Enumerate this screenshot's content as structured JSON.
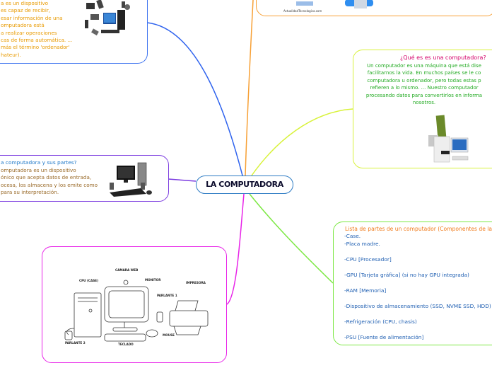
{
  "root": {
    "label": "LA COMPUTADORA"
  },
  "colors": {
    "blue": "#3e74f0",
    "orange": "#f7a035",
    "yellow_green": "#d8f23a",
    "purple": "#7c3de0",
    "root_border": "#2c7bc4",
    "green": "#7ce843",
    "magenta": "#e823e8"
  },
  "nodes": {
    "top_left": {
      "lines": [
        "a es un dispositivo",
        "es capaz de recibir,",
        "esar información de una",
        "omputadora está",
        "a realizar operaciones",
        "cas de forma automática. ...",
        " más el término 'ordenador'",
        "hateur)."
      ],
      "image": "computer-devices-collage"
    },
    "top": {
      "caption": "ActualidadTecnologica.com",
      "image": "computer-illustration"
    },
    "right": {
      "title": "¿Qué es es una computadora?",
      "lines": [
        "Un computador es una máquina que está dise",
        "facilitarnos la vida. En muchos países se le co",
        "computadora u ordenador, pero todas estas p",
        "refieren a lo mismo. ... Nuestro computador",
        "procesando datos para convertirlos en informa",
        "nosotros."
      ],
      "image": "computer-exploded-parts"
    },
    "left": {
      "title": "a computadora y sus partes?",
      "lines": [
        "omputadora es un dispositivo",
        "ónico que acepta datos de entrada,",
        "ocesa, los almacena y los emite como",
        "para su interpretación."
      ],
      "image": "desktop-computer"
    },
    "list": {
      "title": "Lista de partes de un computador (Componentes de la",
      "items": [
        "-Case.",
        "-Placa madre.",
        "-CPU [Procesador]",
        "-GPU [Tarjeta gráfica] (si no hay GPU integrada)",
        "-RAM [Memoria]",
        "-Dispositivo de almacenamiento (SSD, NVME SSD, HDD)",
        "-Refrigeración (CPU, chasis)",
        "-PSU [Fuente de alimentación]"
      ]
    },
    "diagram": {
      "labels": {
        "camera": "CAMARA WEB",
        "cpu": "CPU (CASE)",
        "monitor": "MONITOR",
        "printer": "IMPRESORA",
        "speaker1": "PARLANTE 1",
        "speaker2": "PARLANTE 2",
        "keyboard": "TECLADO",
        "mouse": "MOUSE"
      }
    }
  }
}
